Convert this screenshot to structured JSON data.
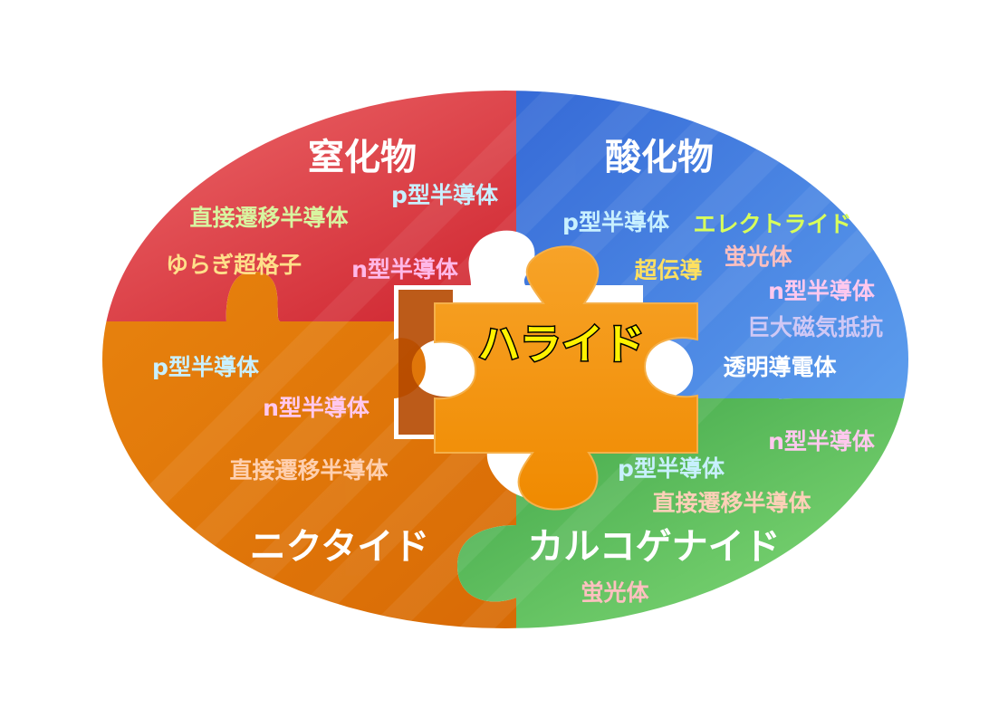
{
  "center": {
    "label": "ハライド"
  },
  "regions": {
    "nitride": {
      "title": "窒化物",
      "color": "#dd3b3f",
      "labels": [
        "p型半導体",
        "直接遷移半導体",
        "ゆらぎ超格子",
        "n型半導体"
      ]
    },
    "oxide": {
      "title": "酸化物",
      "color": "#3f7fdf",
      "labels": [
        "p型半導体",
        "エレクトライド",
        "蛍光体",
        "超伝導",
        "n型半導体",
        "巨大磁気抵抗",
        "透明導電体",
        "n型半導体"
      ]
    },
    "pnictide": {
      "title": "ニクタイド",
      "color": "#e0720a",
      "labels": [
        "p型半導体",
        "n型半導体",
        "直接遷移半導体"
      ]
    },
    "chalcogenide": {
      "title": "カルコゲナイド",
      "color": "#5cc45a",
      "labels": [
        "p型半導体",
        "直接遷移半導体",
        "蛍光体"
      ]
    }
  }
}
